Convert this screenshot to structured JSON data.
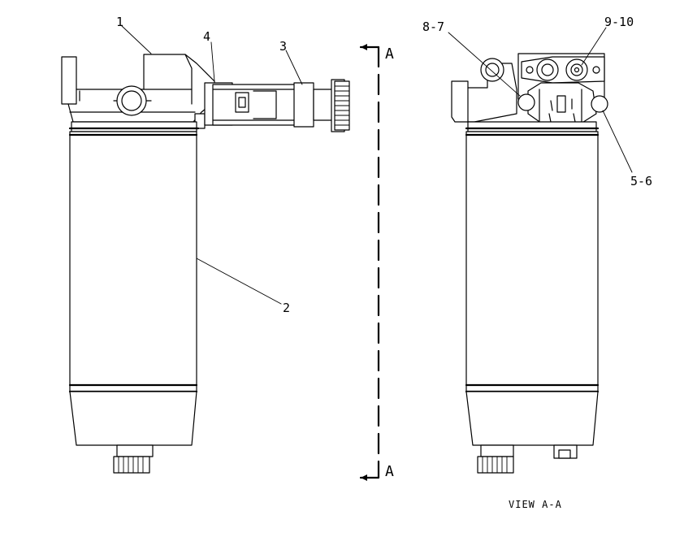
{
  "callouts": {
    "item_1": "1",
    "item_2": "2",
    "item_3": "3",
    "item_4": "4",
    "item_8_7": "8-7",
    "item_9_10": "9-10",
    "item_5_6": "5-6"
  },
  "section_marker": {
    "top": "A",
    "bottom": "A"
  },
  "view_caption": "VIEW A-A"
}
